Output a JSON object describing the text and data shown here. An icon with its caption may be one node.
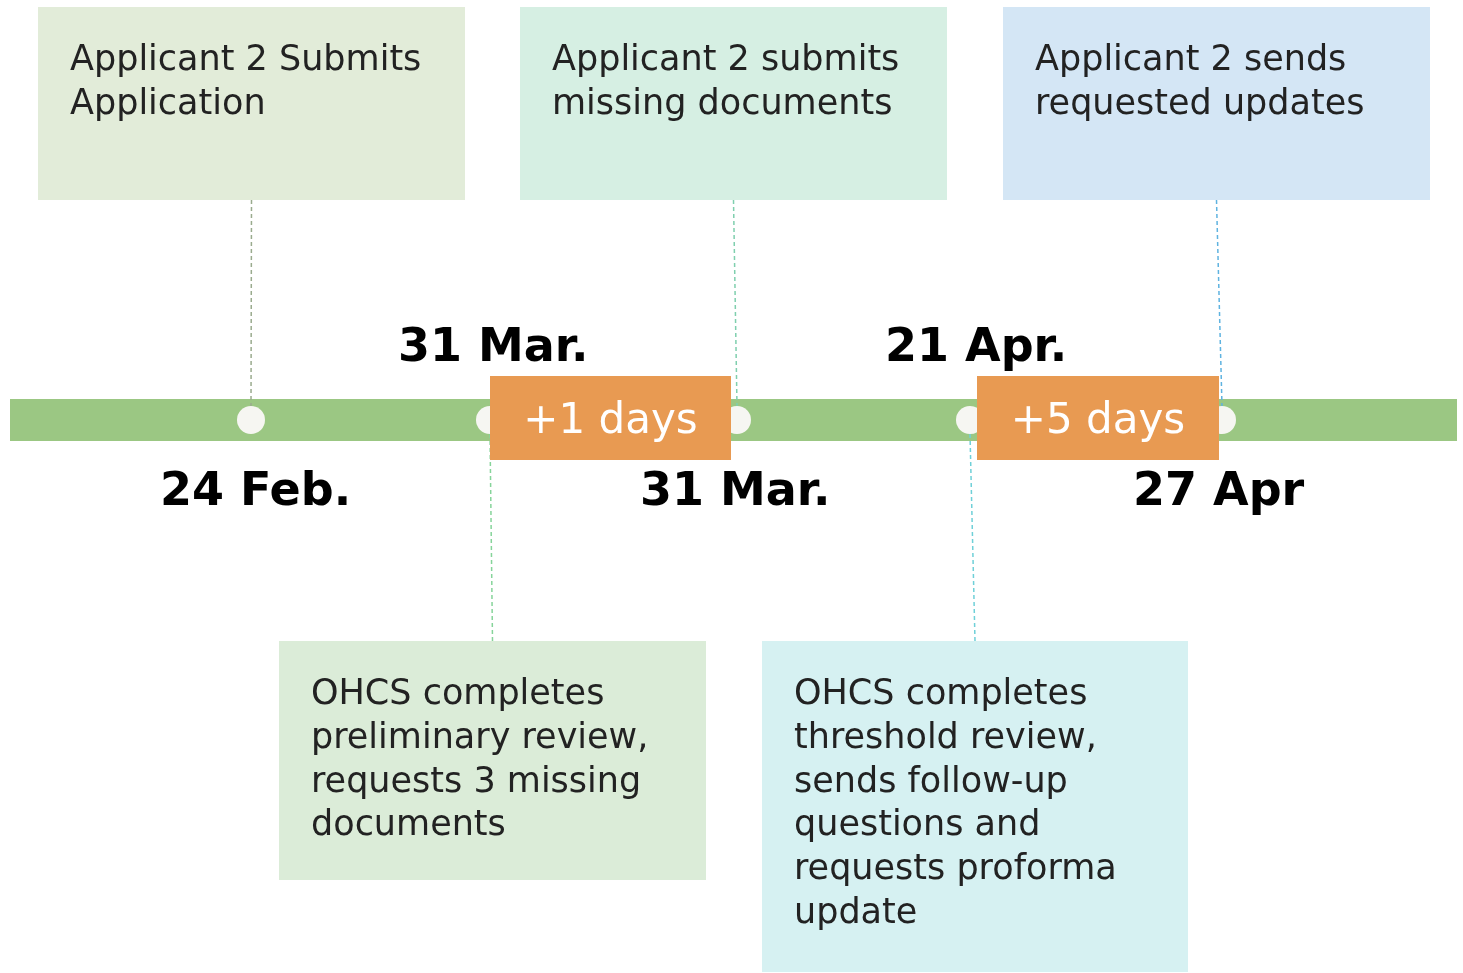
{
  "diagram": {
    "nodes": [
      {
        "text": [
          "Applicant 2 Submits Application"
        ]
      },
      {
        "text": [
          "Applicant 2 submits missing documents"
        ]
      },
      {
        "text": [
          "Applicant 2 sends requested updates"
        ]
      },
      {
        "text": [],
        "shape": "circle",
        "beside": [
          "24 Feb."
        ]
      },
      {
        "text": [],
        "shape": "circle"
      },
      {
        "text": [],
        "shape": "circle",
        "beside": [
          "31 Mar."
        ]
      },
      {
        "text": [],
        "shape": "circle"
      },
      {
        "text": [],
        "shape": "circle",
        "beside": [
          "27 Apr"
        ]
      },
      {
        "text": [
          "+1 days"
        ]
      },
      {
        "text": [
          "+5 days"
        ]
      },
      {
        "text": [
          "OHCS completes preliminary review, requests 3 missing documents"
        ]
      },
      {
        "text": [
          "OHCS completes threshold review, sends follow-up questions and requests proforma update"
        ]
      }
    ],
    "edges": [
      {
        "from": 0,
        "to": 3,
        "arrow": "none",
        "style": "dashed"
      },
      {
        "from": 1,
        "to": 5,
        "arrow": "none",
        "style": "dashed"
      },
      {
        "from": 2,
        "to": 7,
        "arrow": "none",
        "style": "dashed"
      },
      {
        "from": 10,
        "to": 4,
        "arrow": "none",
        "style": "dashed"
      },
      {
        "from": 11,
        "to": 6,
        "arrow": "none",
        "style": "dashed"
      }
    ],
    "labels": [
      "31 Mar.",
      "21 Apr."
    ]
  }
}
